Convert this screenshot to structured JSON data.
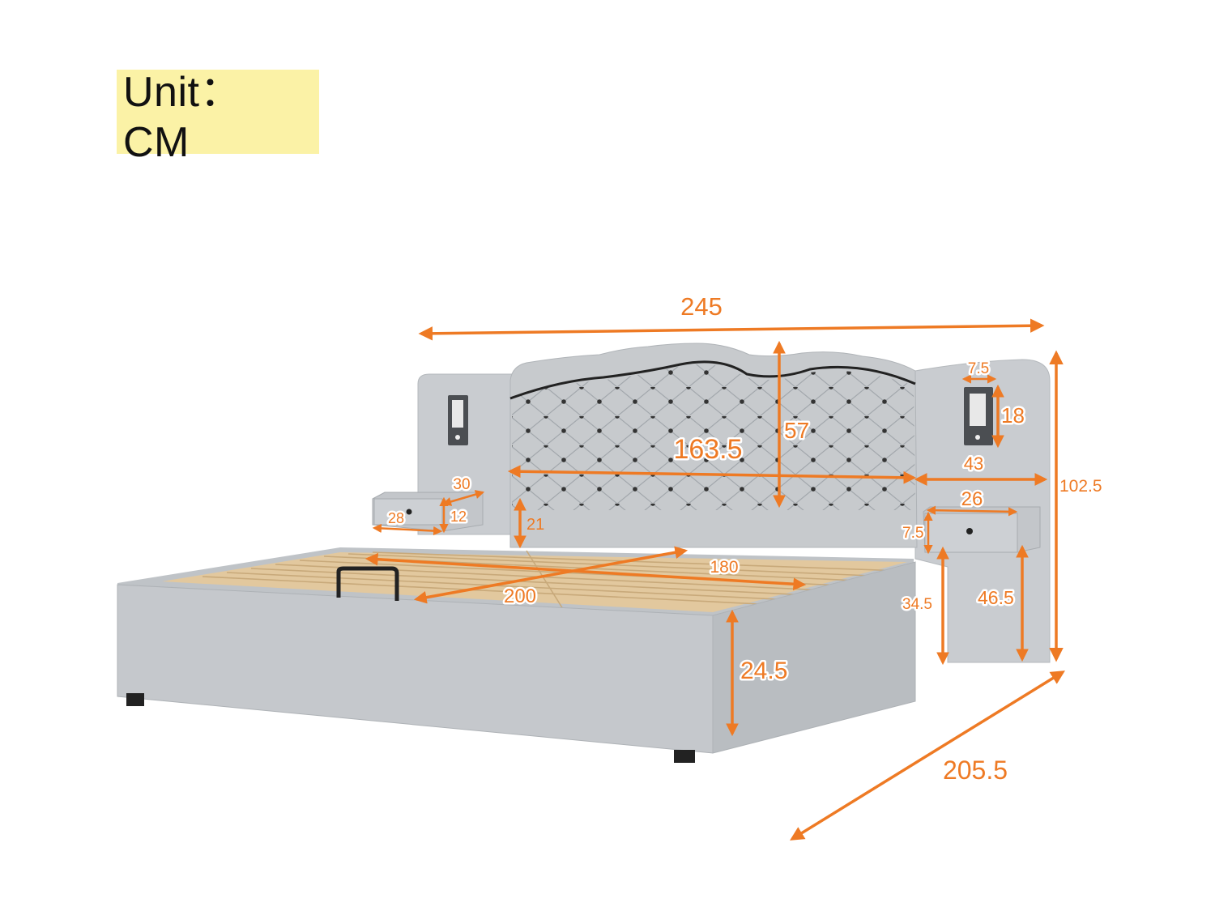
{
  "unit_label": "Unit： CM",
  "colors": {
    "accent": "#ee7a24",
    "upholstery": "#c7cacd",
    "upholstery_dark": "#a9adb1",
    "slats": "#e2c89e",
    "badge": "#fbf2a6"
  },
  "dimensions": {
    "overall_width": "245",
    "overall_height": "102.5",
    "overall_length": "205.5",
    "headboard_width": "163.5",
    "headboard_height": "57",
    "headboard_clearance": "21",
    "side_panel_width": "43",
    "light_width": "7.5",
    "light_height": "18",
    "shelf_left_depth": "30",
    "shelf_left_width": "28",
    "shelf_left_height": "12",
    "shelf_right_width": "26",
    "shelf_right_height": "7.5",
    "shelf_right_floor_height": "46.5",
    "frame_floor_height": "34.5",
    "mattress_width": "180",
    "mattress_length": "200",
    "frame_height": "24.5"
  }
}
